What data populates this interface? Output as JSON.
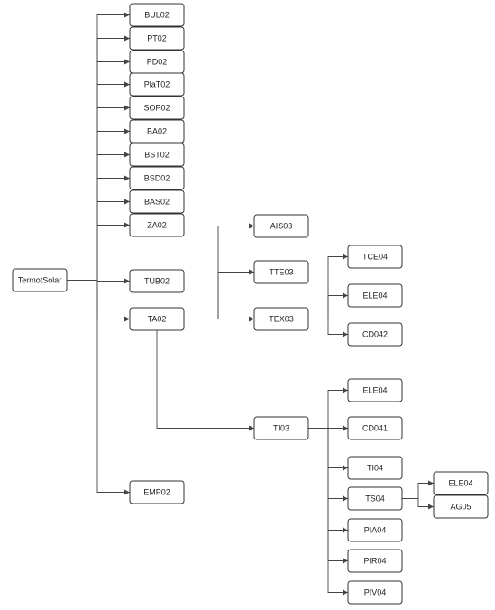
{
  "nodes": {
    "TermotSolar": "TermotSolar",
    "BUL02": "BUL02",
    "PT02": "PT02",
    "PD02": "PD02",
    "PlaT02": "PlaT02",
    "SOP02": "SOP02",
    "BA02": "BA02",
    "BST02": "BST02",
    "BSD02": "BSD02",
    "BAS02": "BAS02",
    "ZA02": "ZA02",
    "TUB02": "TUB02",
    "TA02": "TA02",
    "EMP02": "EMP02",
    "AIS03": "AIS03",
    "TTE03": "TTE03",
    "TEX03": "TEX03",
    "TI03": "TI03",
    "TCE04": "TCE04",
    "ELE04_TEX": "ELE04",
    "CD042": "CD042",
    "ELE04_TI": "ELE04",
    "CD041": "CD041",
    "TI04": "TI04",
    "TS04": "TS04",
    "PIA04": "PIA04",
    "PIR04": "PIR04",
    "PIV04": "PIV04",
    "ELE04_TS": "ELE04",
    "AG05": "AG05"
  },
  "edges": [
    [
      "TermotSolar",
      "BUL02"
    ],
    [
      "TermotSolar",
      "PT02"
    ],
    [
      "TermotSolar",
      "PD02"
    ],
    [
      "TermotSolar",
      "PlaT02"
    ],
    [
      "TermotSolar",
      "SOP02"
    ],
    [
      "TermotSolar",
      "BA02"
    ],
    [
      "TermotSolar",
      "BST02"
    ],
    [
      "TermotSolar",
      "BSD02"
    ],
    [
      "TermotSolar",
      "BAS02"
    ],
    [
      "TermotSolar",
      "ZA02"
    ],
    [
      "TermotSolar",
      "TUB02"
    ],
    [
      "TermotSolar",
      "TA02"
    ],
    [
      "TermotSolar",
      "EMP02"
    ],
    [
      "TA02",
      "AIS03"
    ],
    [
      "TA02",
      "TTE03"
    ],
    [
      "TA02",
      "TEX03"
    ],
    [
      "TA02",
      "TI03"
    ],
    [
      "TEX03",
      "TCE04"
    ],
    [
      "TEX03",
      "ELE04_TEX"
    ],
    [
      "TEX03",
      "CD042"
    ],
    [
      "TI03",
      "ELE04_TI"
    ],
    [
      "TI03",
      "CD041"
    ],
    [
      "TI03",
      "TI04"
    ],
    [
      "TI03",
      "TS04"
    ],
    [
      "TI03",
      "PIA04"
    ],
    [
      "TI03",
      "PIR04"
    ],
    [
      "TI03",
      "PIV04"
    ],
    [
      "TS04",
      "ELE04_TS"
    ],
    [
      "TS04",
      "AG05"
    ]
  ]
}
